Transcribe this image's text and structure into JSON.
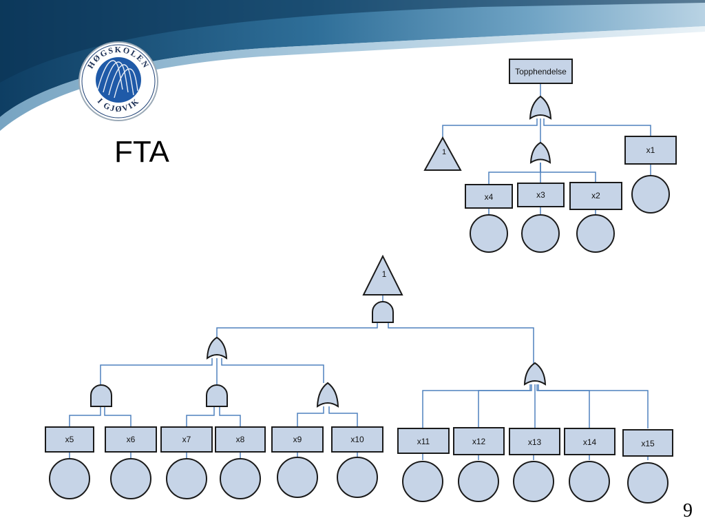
{
  "slide": {
    "title": "FTA",
    "page_number": "9",
    "logo": {
      "top_text": "HØGSKOLEN",
      "bottom_text": "I GJØVIK"
    }
  },
  "tree1": {
    "top_event": "Topphendelse",
    "transfer": "1",
    "events": [
      "x1",
      "x2",
      "x3",
      "x4"
    ]
  },
  "tree2": {
    "transfer": "1",
    "events": [
      "x5",
      "x6",
      "x7",
      "x8",
      "x9",
      "x10",
      "x11",
      "x12",
      "x13",
      "x14",
      "x15"
    ]
  },
  "colors": {
    "fill": "#c6d4e7",
    "stroke": "#1a1a1a",
    "line": "#4f81bd",
    "banner_dark": "#0e3e63",
    "banner_light": "#5f94b7"
  }
}
